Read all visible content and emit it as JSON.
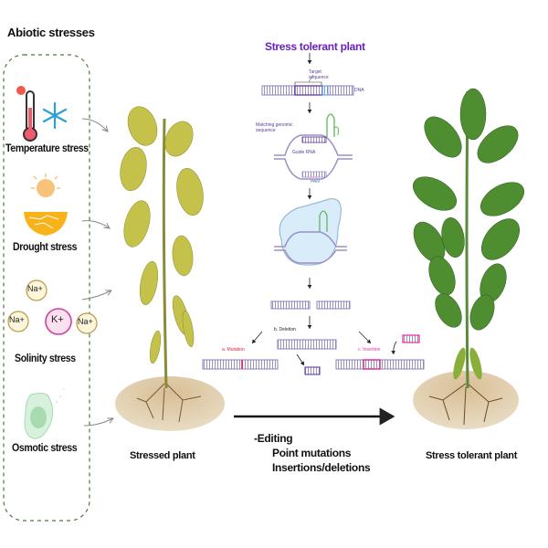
{
  "title": "Abiotic stresses",
  "stresses": [
    {
      "label": "Temperature stress",
      "icon": "thermometer-snowflake-icon"
    },
    {
      "label": "Drought stress",
      "icon": "sun-cracked-soil-icon"
    },
    {
      "label": "Solinity stress",
      "icon": "ions-icon",
      "ions": [
        "Na+",
        "Na+",
        "K+",
        "Na+"
      ]
    },
    {
      "label": "Osmotic stress",
      "icon": "shrinking-cell-icon"
    }
  ],
  "stressed_plant": {
    "label": "Stressed plant"
  },
  "tolerant_plant": {
    "label": "Stress tolerant plant"
  },
  "crispr": {
    "heading": "Stress tolerant plant",
    "target_label": "Target sequence",
    "dna_label": "DNA",
    "matching_label": "Matching genomic sequence",
    "guide_label": "Guide RNA",
    "pam_label": "PAM",
    "outcomes": {
      "mutation": "a. Mutation",
      "deletion": "b. Deletion",
      "insertion": "c. Insertion"
    }
  },
  "editing": {
    "heading": "-Editing",
    "items": [
      "Point mutations",
      "Insertions/deletions"
    ]
  },
  "colors": {
    "purple_heading": "#6a1fc2",
    "mutation": "#e0203a",
    "insertion": "#e0309a",
    "dna": "#8a7fb8",
    "guide_rna": "#5cb85c",
    "stressed_leaf": "#b7b43a",
    "healthy_leaf": "#4a8a2a",
    "soil": "#c9a77a"
  }
}
